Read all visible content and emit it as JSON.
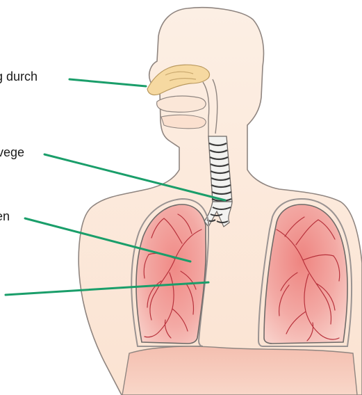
{
  "labels": [
    "g durch",
    "vege",
    "en"
  ],
  "colors": {
    "leader_line": "#1a9e6a",
    "skin": "#fce5d6",
    "skin_outline": "#8a7f7a",
    "lung_fill": "#f0a4a0",
    "lung_dark": "#c94f50",
    "nasal_cavity": "#f5d9a0",
    "trachea_ring": "#3a3a3a",
    "background": "#ffffff"
  }
}
